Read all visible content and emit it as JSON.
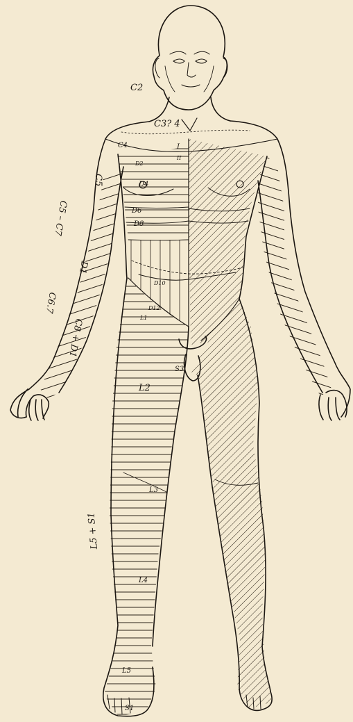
{
  "colors": {
    "paper": "#f4ead2",
    "ink": "#1c1712"
  },
  "labels": {
    "c2": "C2",
    "c3c4": "C3? 4",
    "c4": "C4",
    "d2": "D2",
    "d4": "D4",
    "d6": "D6",
    "d8": "D8",
    "d10": "D10",
    "d12": "D12",
    "l1": "L1",
    "l2": "L2",
    "l3": "L3",
    "l4": "L4",
    "l5": "L5",
    "s1": "S1",
    "s3": "S3",
    "c5": "C5",
    "c5c7": "C5 – C7",
    "d1": "D1",
    "c67": "C6.7",
    "c8d1": "C8 + D1",
    "l5s1": "L5 + S1",
    "roman_i": "I",
    "roman_ii": "II"
  }
}
